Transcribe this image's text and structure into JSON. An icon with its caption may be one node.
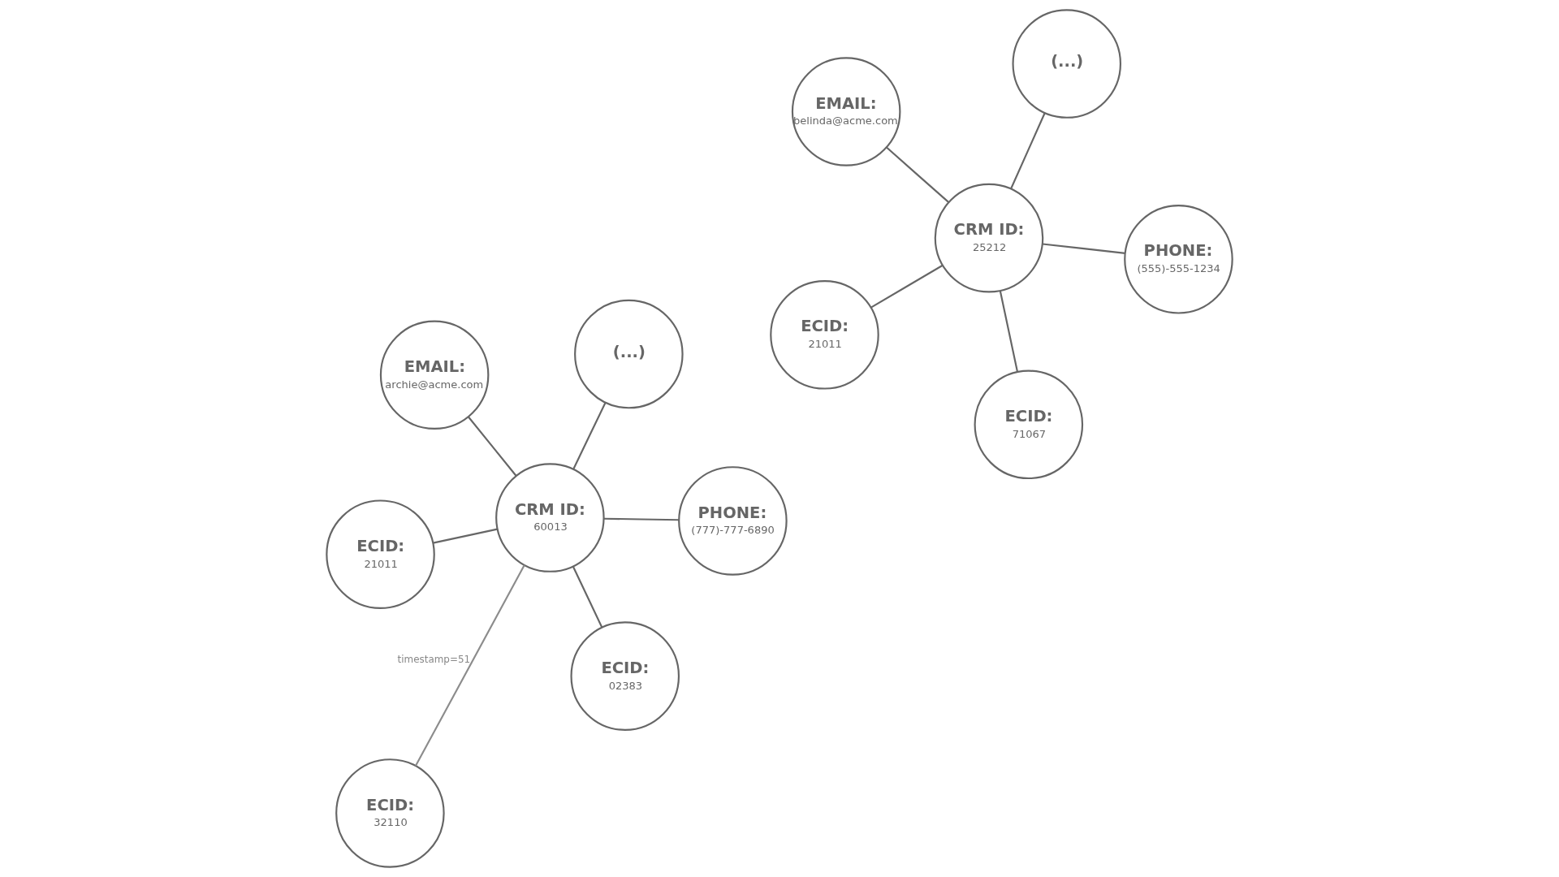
{
  "diagram": {
    "nodes": [
      {
        "text": [
          "EMAIL:",
          "belinda@acme.com"
        ]
      },
      {
        "text": [
          "PHONE:",
          "(555)-555-1234"
        ]
      },
      {
        "text": [
          "ECID:",
          "71067"
        ]
      },
      {
        "text": [
          "CRM ID:",
          "25212"
        ]
      },
      {
        "text": [
          "(...)"
        ]
      },
      {
        "text": [
          "ECID:",
          "21011"
        ]
      },
      {
        "text": [
          "EMAIL:",
          "archie@acme.com"
        ]
      },
      {
        "text": [
          "PHONE:",
          "(777)-777-6890"
        ]
      },
      {
        "text": [
          "ECID:",
          "02383"
        ]
      },
      {
        "text": [
          "CRM ID:",
          "60013"
        ]
      },
      {
        "text": [
          "(...)"
        ]
      },
      {
        "text": [
          "ECID:",
          "21011"
        ]
      },
      {
        "text": [
          "ECID:",
          "32110"
        ]
      }
    ],
    "edges": [
      {
        "from": 3,
        "to": 0,
        "arrow": "none"
      },
      {
        "from": 3,
        "to": 1,
        "arrow": "none"
      },
      {
        "from": 2,
        "to": 3,
        "arrow": "none"
      },
      {
        "from": 3,
        "to": 4,
        "arrow": "none"
      },
      {
        "from": 3,
        "to": 5,
        "arrow": "none"
      },
      {
        "from": 9,
        "to": 6,
        "arrow": "none"
      },
      {
        "from": 9,
        "to": 7,
        "arrow": "none"
      },
      {
        "from": 8,
        "to": 9,
        "arrow": "none"
      },
      {
        "from": 9,
        "to": 10,
        "arrow": "none"
      },
      {
        "from": 9,
        "to": 11,
        "arrow": "none"
      },
      {
        "from": 9,
        "to": 12,
        "arrow": "none",
        "label": "timestamp=51",
        "color": "#8c8c8c"
      }
    ]
  }
}
